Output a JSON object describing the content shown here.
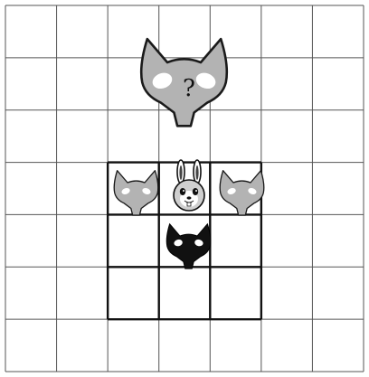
{
  "board": {
    "cols": 7,
    "rows": 7,
    "background": "#ffffff",
    "grid_color": "#555555",
    "highlight_color": "#111111"
  },
  "highlight_block": {
    "col_start": 2,
    "row_start": 3,
    "cols": 3,
    "rows": 3
  },
  "pieces": [
    {
      "name": "unknown-fox",
      "icon": "fox-mask-icon",
      "color": "#b3b3b3",
      "label": "?"
    },
    {
      "name": "fox-left",
      "icon": "fox-mask-icon",
      "color": "#b3b3b3",
      "col": 2,
      "row": 3
    },
    {
      "name": "rabbit",
      "icon": "rabbit-icon",
      "col": 3,
      "row": 3
    },
    {
      "name": "fox-right",
      "icon": "fox-mask-icon",
      "color": "#b3b3b3",
      "col": 4,
      "row": 3
    },
    {
      "name": "fox-black",
      "icon": "fox-mask-icon",
      "color": "#111111",
      "col": 3,
      "row": 4
    }
  ],
  "unknown_label": "?"
}
